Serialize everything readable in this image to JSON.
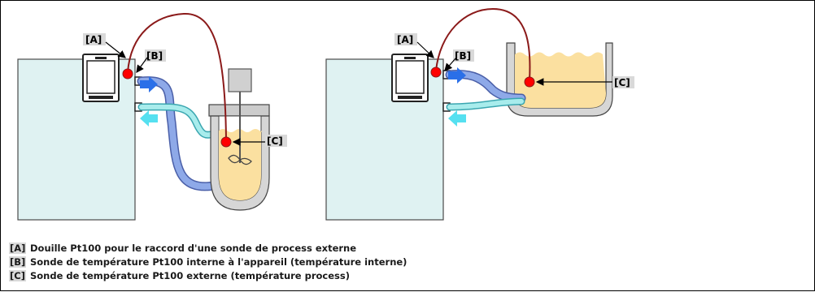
{
  "colors": {
    "tank": "#dff2f2",
    "hot_hose": "#8ea9e8",
    "cold_hose": "#a8ecec",
    "fluid": "#fbe0a0",
    "probe_wire": "#8b1a1a",
    "probe_dot": "#ff0000",
    "flow_arrow_out": "#2a6fe8",
    "flow_arrow_in": "#55e0f0",
    "label_box": "#d9d9d9"
  },
  "icons": [
    "display-icon",
    "stirrer-icon",
    "flow-arrow-icon",
    "probe-dot-icon"
  ],
  "left_figure": {
    "tags": {
      "a": "[A]",
      "b": "[B]",
      "c": "[C]"
    }
  },
  "right_figure": {
    "tags": {
      "a": "[A]",
      "b": "[B]",
      "c": "[C]"
    }
  },
  "legend": [
    {
      "key": "[A]",
      "text": "Douille Pt100 pour le raccord d'une sonde de process externe"
    },
    {
      "key": "[B]",
      "text": "Sonde de température Pt100 interne à l'appareil (température interne)"
    },
    {
      "key": "[C]",
      "text": "Sonde de température Pt100 externe (température process)"
    }
  ]
}
